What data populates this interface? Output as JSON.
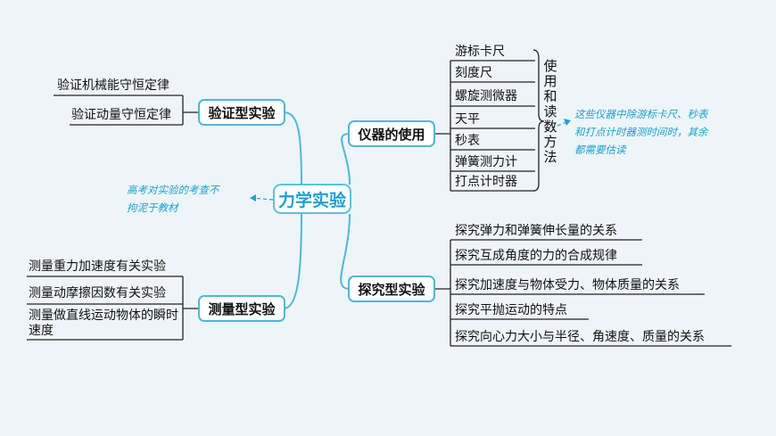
{
  "root": {
    "label": "力学实验"
  },
  "branches": {
    "verify": {
      "label": "验证型实验",
      "items": [
        "验证机械能守恒定律",
        "验证动量守恒定律"
      ]
    },
    "measure": {
      "label": "测量型实验",
      "items": [
        "测量重力加速度有关实验",
        "测量动摩擦因数有关实验",
        "测量做直线运动物体的瞬时速度"
      ]
    },
    "instrument": {
      "label": "仪器的使用",
      "items": [
        "游标卡尺",
        "刻度尺",
        "螺旋测微器",
        "天平",
        "秒表",
        "弹簧测力计",
        "打点计时器"
      ],
      "bracket_label": "使用和读数方法"
    },
    "explore": {
      "label": "探究型实验",
      "items": [
        "探究弹力和弹簧伸长量的关系",
        "探究互成角度的力的合成规律",
        "探究加速度与物体受力、物体质量的关系",
        "探究平抛运动的特点",
        "探究向心力大小与半径、角速度、质量的关系"
      ]
    }
  },
  "notes": {
    "left": [
      "高考对实验的考查不",
      "拘泥于教材"
    ],
    "right": [
      "这些仪器中除游标卡尺、秒表",
      "和打点计时器测时间时，其余",
      "都需要估读"
    ]
  },
  "colors": {
    "line": "#4fb8d4",
    "border": "#4fb8d4",
    "note": "#1e9fd0",
    "background": "#eef5f8"
  }
}
